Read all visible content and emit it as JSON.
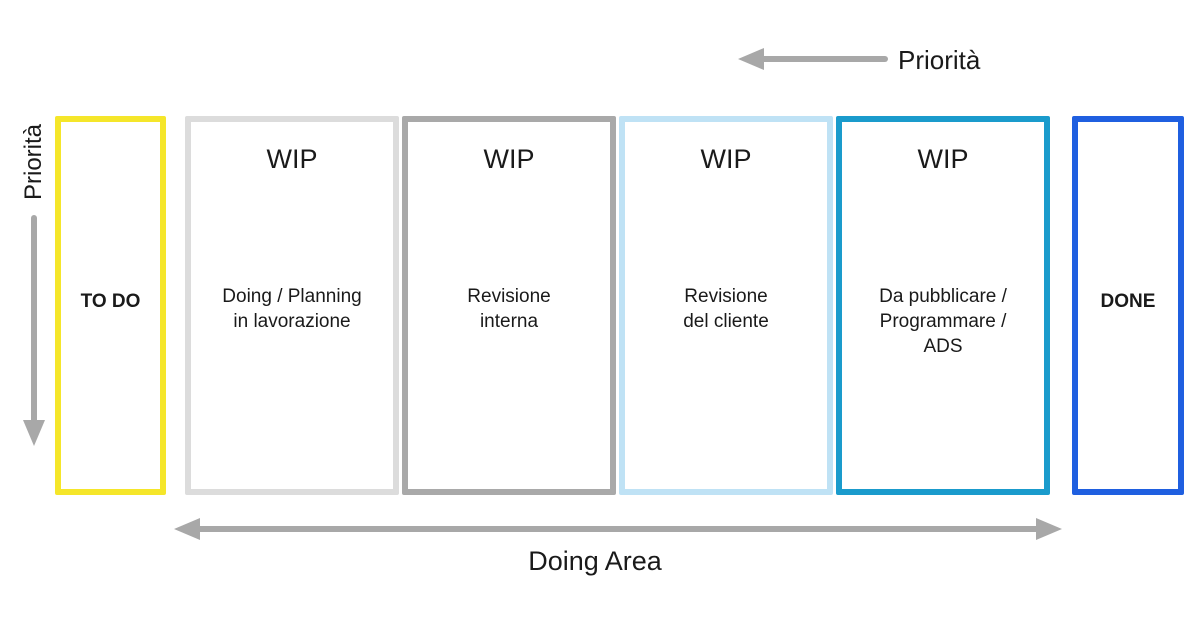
{
  "diagram": {
    "priority_top_label": "Priorità",
    "priority_side_label": "Priorità",
    "doing_area_label": "Doing Area",
    "colors": {
      "arrow": "#a8a8a8",
      "todo": "#f5e62a",
      "wip_1": "#dcdcdc",
      "wip_2": "#a9a9a9",
      "wip_3": "#bfe2f5",
      "wip_4": "#1a9bcc",
      "done": "#1f5fe0"
    },
    "todo": {
      "label": "TO DO"
    },
    "wip_columns": [
      {
        "title": "WIP",
        "desc_line1": "Doing / Planning",
        "desc_line2": "in lavorazione",
        "desc_line3": ""
      },
      {
        "title": "WIP",
        "desc_line1": "Revisione",
        "desc_line2": "interna",
        "desc_line3": ""
      },
      {
        "title": "WIP",
        "desc_line1": "Revisione",
        "desc_line2": "del cliente",
        "desc_line3": ""
      },
      {
        "title": "WIP",
        "desc_line1": "Da pubblicare /",
        "desc_line2": "Programmare /",
        "desc_line3": "ADS"
      }
    ],
    "done": {
      "label": "DONE"
    }
  }
}
